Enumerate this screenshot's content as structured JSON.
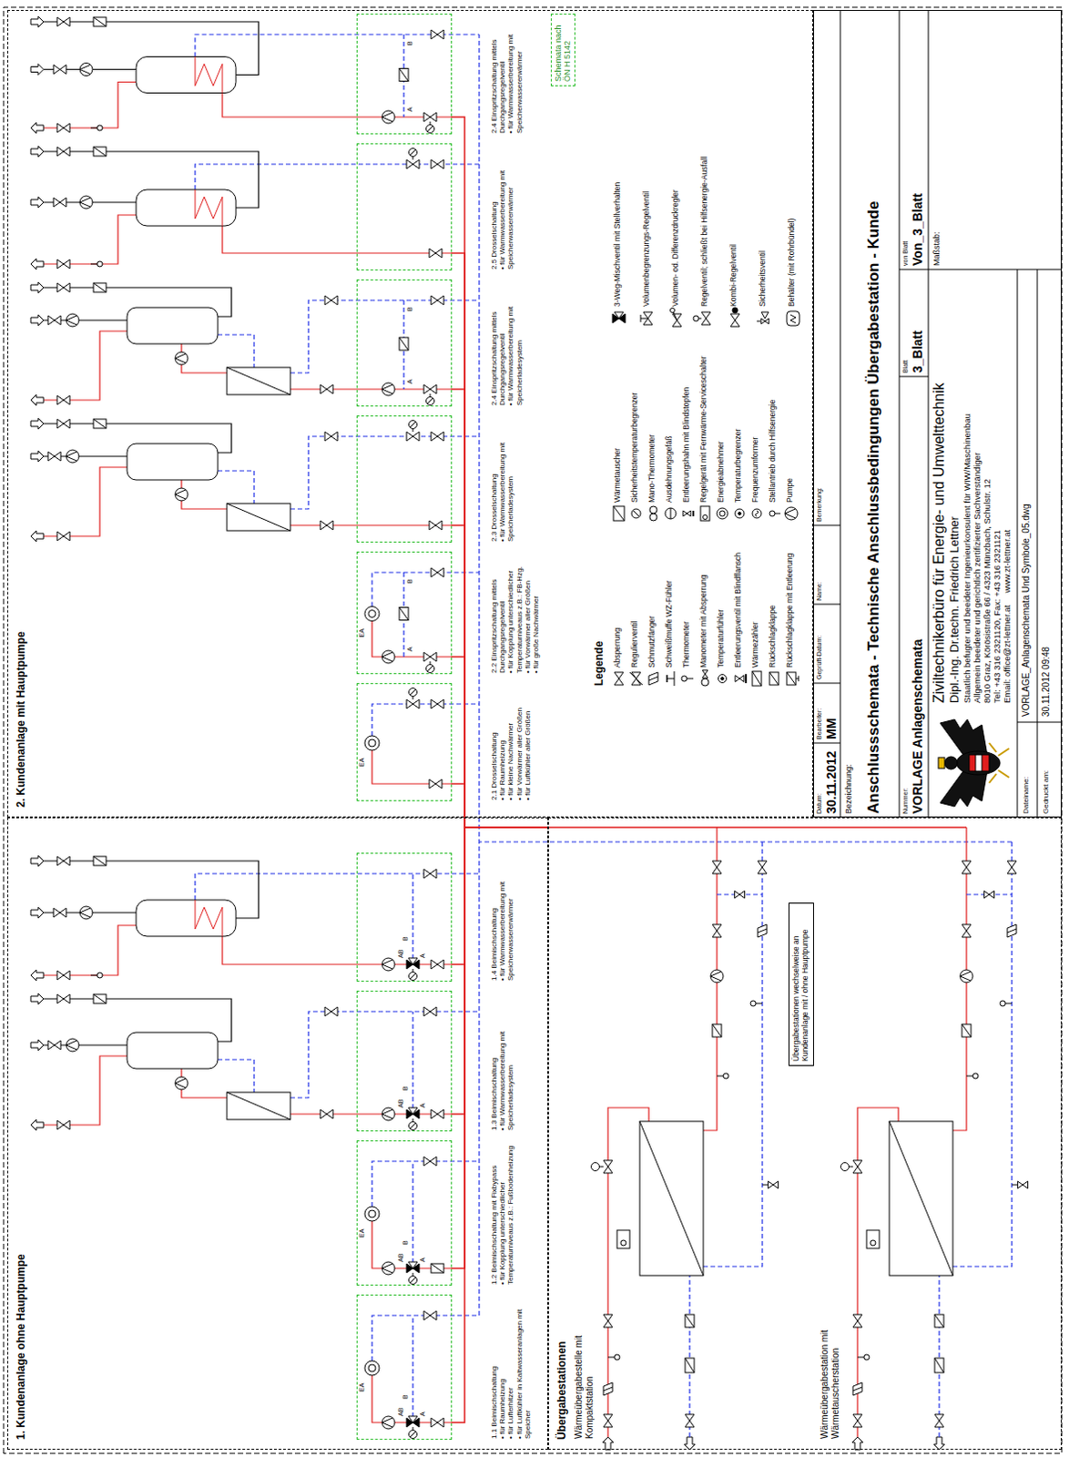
{
  "diagram": {
    "nodes": [
      {
        "text": [
          "1. Kundenanlage ohne Hauptpumpe"
        ]
      },
      {
        "text": [
          "1.1 Beimischschaltung",
          "• für Raumheizung",
          "• für Lufterhitzer",
          "• für Luftkühler in Kaltwasseranlagen mit Speicher"
        ],
        "in": 0
      },
      {
        "text": [
          "1.2 Beimischschaltung mit Fixbypass",
          "• für Kopplung unterschiedlicher Temperaturniveaus z.B.: Fußbodenheizung"
        ],
        "in": 0
      },
      {
        "text": [
          "1.3 Beimischschaltung",
          "• für Warmwasserbereitung mit Speicherladesystem"
        ],
        "in": 0
      },
      {
        "text": [
          "1.4 Beimischschaltung",
          "• für Warmwasserbereitung mit Speicherwassererwärmer"
        ],
        "in": 0
      },
      {
        "text": [
          "2. Kundenanlage mit Hauptpumpe"
        ]
      },
      {
        "text": [
          "2.1 Drosselschaltung",
          "• für Raumheizung",
          "• für kleine Nachwärmer",
          "• für Vorwärmer aller Größen",
          "• für Luftkühler aller Größen"
        ],
        "in": 5
      },
      {
        "text": [
          "2.2 Einspritzschaltung mittels Durchgangsregelventil",
          "• für Kopplung unterschiedlicher Temperaturniveaus z.B.: FB-Hzg.",
          "• für Vorwärmer aller Größen",
          "• für große Nachwärmer"
        ],
        "in": 5
      },
      {
        "text": [
          "2.3 Drosselschaltung",
          "• für Warmwasserbereitung mit Speicherladesystem"
        ],
        "in": 5
      },
      {
        "text": [
          "2.4 Einspritzschaltung mittels Durchgangsregelventil",
          "• für Warmwasserbereitung mit Speicherladesystem"
        ],
        "in": 5
      },
      {
        "text": [
          "2.5 Drosselschaltung",
          "• für Warmwasserbereitung mit Speicherwassererwärmer"
        ],
        "in": 5
      },
      {
        "text": [
          "2.4 Einspritzschaltung mittels Durchgangsregelventil",
          "• für Warmwasserbereitung mit Speicherwassererwärmer"
        ],
        "in": 5
      },
      {
        "text": [
          "Schemata nach ÖN H 5142"
        ],
        "in": 5
      },
      {
        "text": [
          "Übergabestationen"
        ]
      },
      {
        "text": [
          "Übergabestationen wechselweise an Kundenanlage mit / ohne Hauptpumpe"
        ],
        "in": 13
      },
      {
        "text": [
          "Datum:",
          "30.11.2012",
          "Bearbeiter:",
          "MM",
          "Geprüft-Datum:",
          "Name:",
          "Bemerkung:",
          "Bezeichnung:",
          "Anschlussschemata - Technische Anschlussbedingungen Übergabestation - Kunde",
          "Nummer:",
          "VORLAGE Anlagenschemata",
          "Blatt",
          "3_Blatt",
          "von Blatt",
          "Von_3_Blatt",
          "Maßstab:",
          "Ziviltechnikerbüro für Energie- und Umwelttechnik",
          "Dipl.-Ing. Dr.techn. Friedrich Lettner",
          "Staatlich befugter und beeideter Ingenieurkonsulent für WIW/Maschinenbau",
          "Allgemein beeideter und gerichtlich zertifizierter Sachverständiger",
          "8010 Graz, Körösistraße 66 / 4323 Münzbach, Schulstr. 12",
          "Tel: +43 316 2321120, Fax: +43 316 2321121",
          "Email: office@zt-lettner.at     www.zt-lettner.at",
          "Dateiname:",
          "VORLAGE_Anlagenschemata Und Symbole_05.dwg",
          "Gedruckt am:",
          "30.11.2012 09:48"
        ]
      }
    ],
    "edges": [
      {
        "from": 13,
        "to": 1,
        "arrow": "none"
      },
      {
        "from": 13,
        "to": 2,
        "arrow": "none"
      },
      {
        "from": 13,
        "to": 3,
        "arrow": "none"
      },
      {
        "from": 13,
        "to": 4,
        "arrow": "none"
      },
      {
        "from": 13,
        "to": 6,
        "arrow": "none"
      },
      {
        "from": 13,
        "to": 7,
        "arrow": "none"
      },
      {
        "from": 13,
        "to": 8,
        "arrow": "none"
      },
      {
        "from": 13,
        "to": 9,
        "arrow": "none"
      },
      {
        "from": 13,
        "to": 10,
        "arrow": "none"
      },
      {
        "from": 13,
        "to": 11,
        "arrow": "none"
      }
    ],
    "labels": [
      "EA",
      "AB",
      "A",
      "B",
      "EA",
      "AB",
      "A",
      "B",
      "AB",
      "A",
      "B",
      "AB",
      "A",
      "B",
      "EA",
      "EA",
      "A",
      "B",
      "A",
      "B",
      "A",
      "B",
      "Legende",
      "Wärmeübergabestelle mit Kompaktstation",
      "Wärmeübergabestation mit Wärmetauscherstation"
    ],
    "legend": [
      {
        "text": "Absperrung"
      },
      {
        "text": "Regulierventil"
      },
      {
        "text": "Schmutzfänger"
      },
      {
        "text": "Schweißmuffe WZ-Fühler"
      },
      {
        "text": "Thermometer"
      },
      {
        "text": "Manometer mit Absperrung"
      },
      {
        "text": "Temperaturfühler"
      },
      {
        "text": "Entleerungsventil mit Blindflansch"
      },
      {
        "text": "Wärmezähler"
      },
      {
        "text": "Rückschlagklappe"
      },
      {
        "text": "Rückschlagklappe mit Entleerung"
      },
      {
        "text": "Wärmetauscher"
      },
      {
        "text": "Sicherheitstemperaturbegrenzer"
      },
      {
        "text": "Mano-Thermometer"
      },
      {
        "text": "Ausdehnungsgefäß"
      },
      {
        "text": "Entleerungshahn mit Blindstopfen"
      },
      {
        "text": "Regelgerät mit Fernwärme-Serviceschalter"
      },
      {
        "text": "Energieabnehmer"
      },
      {
        "text": "Temperaturbegrenzer"
      },
      {
        "text": "Frequenzumformer"
      },
      {
        "text": "Stellantrieb durch Hilfsenergie"
      },
      {
        "text": "Pumpe"
      },
      {
        "text": "3-Weg-Mischventil mit Stellverhalten"
      },
      {
        "text": "Volumenbegrenzungs-Regelventil"
      },
      {
        "text": "Volumen- od. Differenzdruckregler"
      },
      {
        "text": "Regelventil; schließt bei Hilfsenergie-Ausfall"
      },
      {
        "text": "Kombi-Regelventil"
      },
      {
        "text": "Sicherheitsventil"
      },
      {
        "text": "Behälter (mit Rohrbündel)"
      }
    ]
  }
}
